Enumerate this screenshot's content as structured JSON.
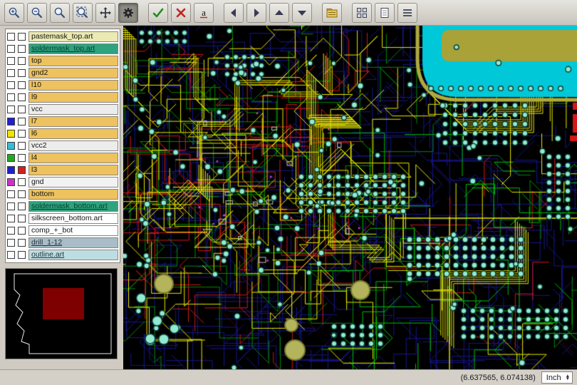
{
  "toolbar": {
    "groups": [
      [
        {
          "name": "zoom-in",
          "glyph": "zoom-plus"
        },
        {
          "name": "zoom-out",
          "glyph": "zoom-minus"
        },
        {
          "name": "zoom-window",
          "glyph": "zoom"
        },
        {
          "name": "zoom-fit",
          "glyph": "zoom-fit"
        },
        {
          "name": "pan-tool",
          "glyph": "move"
        },
        {
          "name": "settings-tool",
          "glyph": "gear",
          "pressed": true
        }
      ],
      [
        {
          "name": "apply-tool",
          "glyph": "check"
        },
        {
          "name": "clear-tool",
          "glyph": "cross"
        },
        {
          "name": "text-tool",
          "glyph": "letter-a"
        }
      ],
      [
        {
          "name": "move-left",
          "glyph": "arrow-left"
        },
        {
          "name": "move-right",
          "glyph": "arrow-right"
        },
        {
          "name": "move-up",
          "glyph": "arrow-up"
        },
        {
          "name": "move-down",
          "glyph": "arrow-down"
        }
      ],
      [
        {
          "name": "layers-file",
          "glyph": "folder"
        }
      ],
      [
        {
          "name": "grid-view",
          "glyph": "grid"
        },
        {
          "name": "report-view",
          "glyph": "doc"
        },
        {
          "name": "list-view",
          "glyph": "list"
        }
      ]
    ]
  },
  "sidebar": {
    "layers": [
      {
        "name": "pastemask_top.art",
        "bg": "#eaeab2",
        "cb1": "#ffffff",
        "cb2": "#ffffff",
        "underline": false,
        "fg": "#141414"
      },
      {
        "name": "soldermask_top.art",
        "bg": "#2fa27e",
        "cb1": "#ffffff",
        "cb2": "#ffffff",
        "underline": true,
        "fg": "#06402e"
      },
      {
        "name": "top",
        "bg": "#eec25f",
        "cb1": "#ffffff",
        "cb2": "#ffffff",
        "underline": false,
        "fg": "#141414"
      },
      {
        "name": "gnd2",
        "bg": "#eec25f",
        "cb1": "#ffffff",
        "cb2": "#ffffff",
        "underline": false,
        "fg": "#141414"
      },
      {
        "name": "l10",
        "bg": "#eec25f",
        "cb1": "#ffffff",
        "cb2": "#ffffff",
        "underline": false,
        "fg": "#141414"
      },
      {
        "name": "l9",
        "bg": "#eec25f",
        "cb1": "#ffffff",
        "cb2": "#ffffff",
        "underline": false,
        "fg": "#141414"
      },
      {
        "name": "vcc",
        "bg": "#ececec",
        "cb1": "#ffffff",
        "cb2": "#ffffff",
        "underline": false,
        "fg": "#141414"
      },
      {
        "name": "l7",
        "bg": "#eec25f",
        "cb1": "#2020cc",
        "cb2": "#ffffff",
        "underline": false,
        "fg": "#141414"
      },
      {
        "name": "l6",
        "bg": "#eec25f",
        "cb1": "#f5e400",
        "cb2": "#ffffff",
        "underline": false,
        "fg": "#141414"
      },
      {
        "name": "vcc2",
        "bg": "#ececec",
        "cb1": "#38bcd4",
        "cb2": "#ffffff",
        "underline": false,
        "fg": "#141414"
      },
      {
        "name": "l4",
        "bg": "#eec25f",
        "cb1": "#22a822",
        "cb2": "#ffffff",
        "underline": false,
        "fg": "#141414"
      },
      {
        "name": "l3",
        "bg": "#eec25f",
        "cb1": "#2020cc",
        "cb2": "#d42020",
        "underline": false,
        "fg": "#141414"
      },
      {
        "name": "gnd",
        "bg": "#f2f2f2",
        "cb1": "#cc30cc",
        "cb2": "#ffffff",
        "underline": false,
        "fg": "#141414"
      },
      {
        "name": "bottom",
        "bg": "#eec25f",
        "cb1": "#ffffff",
        "cb2": "#ffffff",
        "underline": false,
        "fg": "#141414"
      },
      {
        "name": "soldermask_bottom.art",
        "bg": "#2fa27e",
        "cb1": "#ffffff",
        "cb2": "#ffffff",
        "underline": true,
        "fg": "#06402e"
      },
      {
        "name": "silkscreen_bottom.art",
        "bg": "#ffffff",
        "cb1": "#ffffff",
        "cb2": "#ffffff",
        "underline": false,
        "fg": "#141414"
      },
      {
        "name": "comp_+_bot",
        "bg": "#ffffff",
        "cb1": "#ffffff",
        "cb2": "#ffffff",
        "underline": false,
        "fg": "#141414"
      },
      {
        "name": "drill_1-12",
        "bg": "#a9bcc8",
        "cb1": "#ffffff",
        "cb2": "#ffffff",
        "underline": true,
        "fg": "#20343c"
      },
      {
        "name": "outline.art",
        "bg": "#bedde2",
        "cb1": "#ffffff",
        "cb2": "#ffffff",
        "underline": true,
        "fg": "#20343c"
      }
    ]
  },
  "statusbar": {
    "coords": "(6.637565, 6.074138)",
    "unit": "Inch"
  },
  "colors": {
    "board_bg": "#000000",
    "plane_blue": "#17178c",
    "hatch_dark_red": "#4a0404",
    "trace_yellow": "#e8e800",
    "trace_green": "#00c000",
    "trace_green_dark": "#008c00",
    "trace_red": "#d41818",
    "magenta": "#cc3ccc",
    "via_fill": "#92ead0",
    "via_ring": "#0a4038",
    "pad_khaki": "#b4b45c",
    "region_cyan": "#00c8d8",
    "region_khaki": "#a8a238",
    "preview_red": "#7e0000"
  }
}
